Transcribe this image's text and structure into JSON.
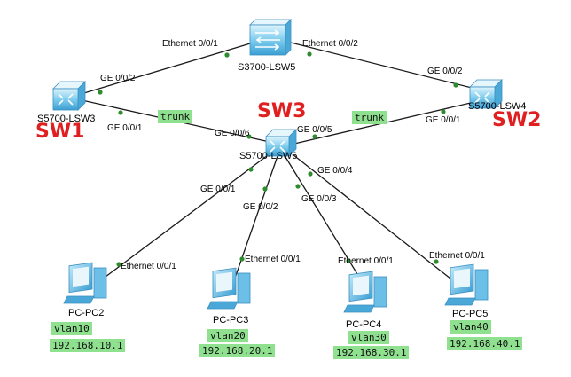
{
  "devices": {
    "lsw5": "S3700-LSW5",
    "lsw3": "S5700-LSW3",
    "lsw6": "S5700-LSW6",
    "lsw4": "S5700-LSW4",
    "pc2": "PC-PC2",
    "pc3": "PC-PC3",
    "pc4": "PC-PC4",
    "pc5": "PC-PC5"
  },
  "names": {
    "sw1": "SW1",
    "sw2": "SW2",
    "sw3": "SW3"
  },
  "ports": {
    "lsw5_left": "Ethernet 0/0/1",
    "lsw5_right": "Ethernet 0/0/2",
    "sw1_ge002": "GE 0/0/2",
    "sw1_ge001": "GE 0/0/1",
    "sw2_ge002": "GE 0/0/2",
    "sw2_ge001": "GE 0/0/1",
    "sw3_ge006": "GE 0/0/6",
    "sw3_ge005": "GE 0/0/5",
    "sw3_ge001": "GE 0/0/1",
    "sw3_ge002": "GE 0/0/2",
    "sw3_ge003": "GE 0/0/3",
    "sw3_ge004": "GE 0/0/4",
    "pc2_eth": "Ethernet 0/0/1",
    "pc3_eth": "Ethernet 0/0/1",
    "pc4_eth": "Ethernet 0/0/1",
    "pc5_eth": "Ethernet 0/0/1"
  },
  "links": {
    "trunk_left": "trunk",
    "trunk_right": "trunk"
  },
  "vlans": {
    "pc2": "vlan10",
    "pc3": "vlan20",
    "pc4": "vlan30",
    "pc5": "vlan40"
  },
  "ips": {
    "pc2": "192.168.10.1",
    "pc3": "192.168.20.1",
    "pc4": "192.168.30.1",
    "pc5": "192.168.40.1"
  },
  "colors": {
    "highlight": "#8fe08f",
    "name_red": "#e02020",
    "switch_blue": "#4fb0e0"
  }
}
